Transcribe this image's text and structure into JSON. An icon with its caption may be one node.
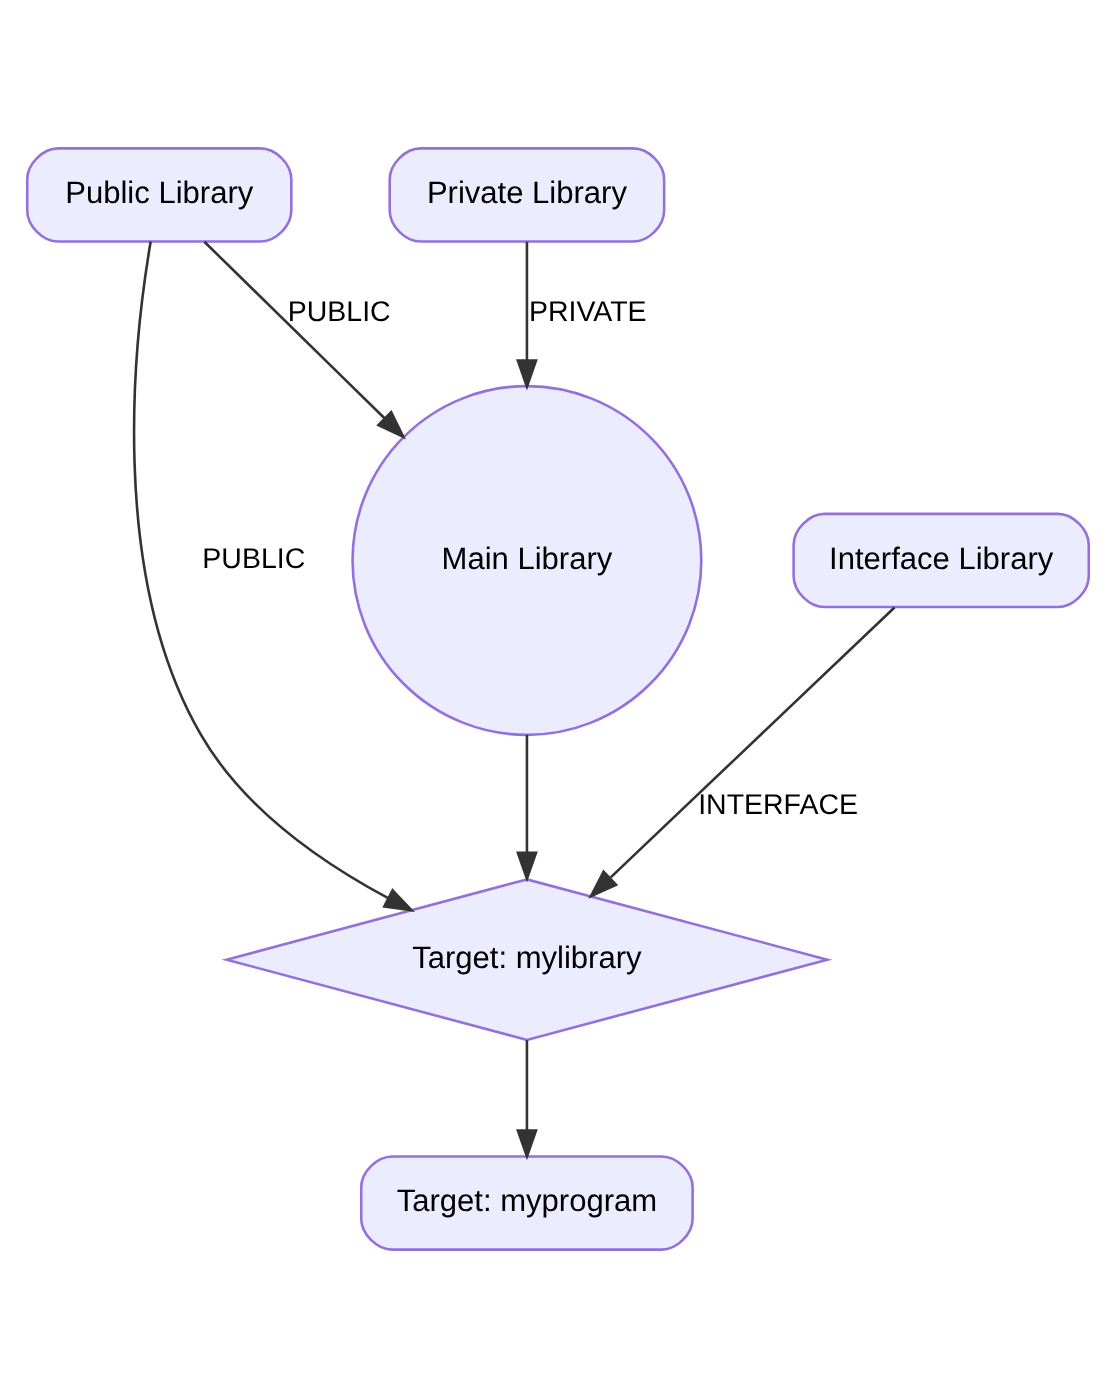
{
  "diagram": {
    "nodes": [
      {
        "text": [
          "Public Library"
        ]
      },
      {
        "text": [
          "Private Library"
        ]
      },
      {
        "text": [
          "Interface Library"
        ]
      },
      {
        "text": [
          "Main Library"
        ]
      },
      {
        "text": [
          "Target: mylibrary"
        ]
      },
      {
        "text": [
          "Target: myprogram"
        ]
      }
    ],
    "edges": [
      {
        "from": 0,
        "to": 3,
        "arrow": "to",
        "label": "PUBLIC"
      },
      {
        "from": 1,
        "to": 3,
        "arrow": "to",
        "label": "PRIVATE"
      },
      {
        "from": 0,
        "to": 4,
        "arrow": "to",
        "label": "PUBLIC"
      },
      {
        "from": 2,
        "to": 4,
        "arrow": "to",
        "label": "INTERFACE"
      },
      {
        "from": 3,
        "to": 4,
        "arrow": "to"
      },
      {
        "from": 4,
        "to": 5,
        "arrow": "to"
      }
    ]
  }
}
